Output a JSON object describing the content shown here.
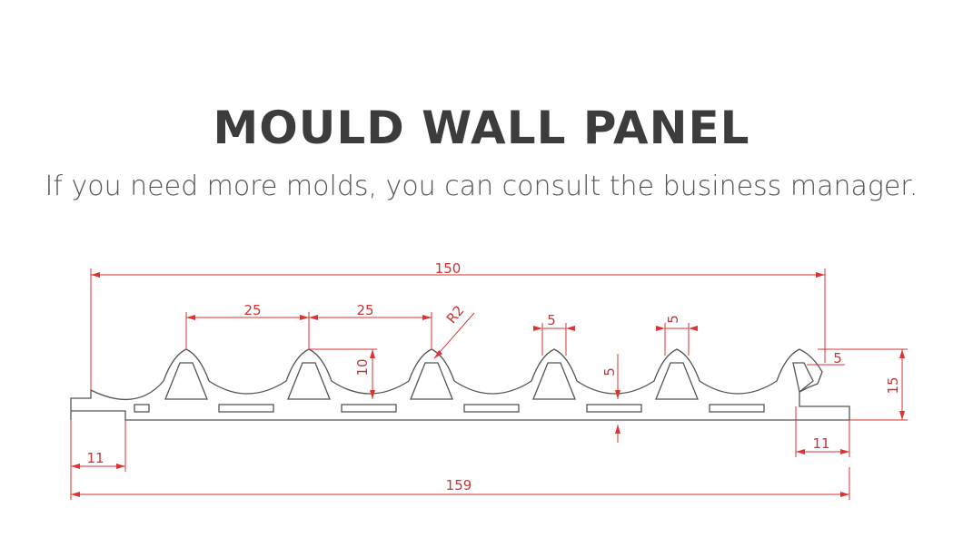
{
  "header": {
    "title": "MOULD WALL PANEL",
    "subtitle": "If you need more molds, you can consult the business manager."
  },
  "drawing": {
    "colors": {
      "profile": "#555555",
      "dimension": "#dd3333"
    },
    "dimensions": {
      "overall_top": "150",
      "arch_spacing_1": "25",
      "arch_spacing_2": "25",
      "radius": "R2",
      "slot_width_1": "5",
      "slot_width_2": "5",
      "height_10": "10",
      "slot_depth": "5",
      "right_gap": "5",
      "total_height": "15",
      "left_tongue": "11",
      "right_groove": "11",
      "overall_bottom": "159"
    }
  }
}
